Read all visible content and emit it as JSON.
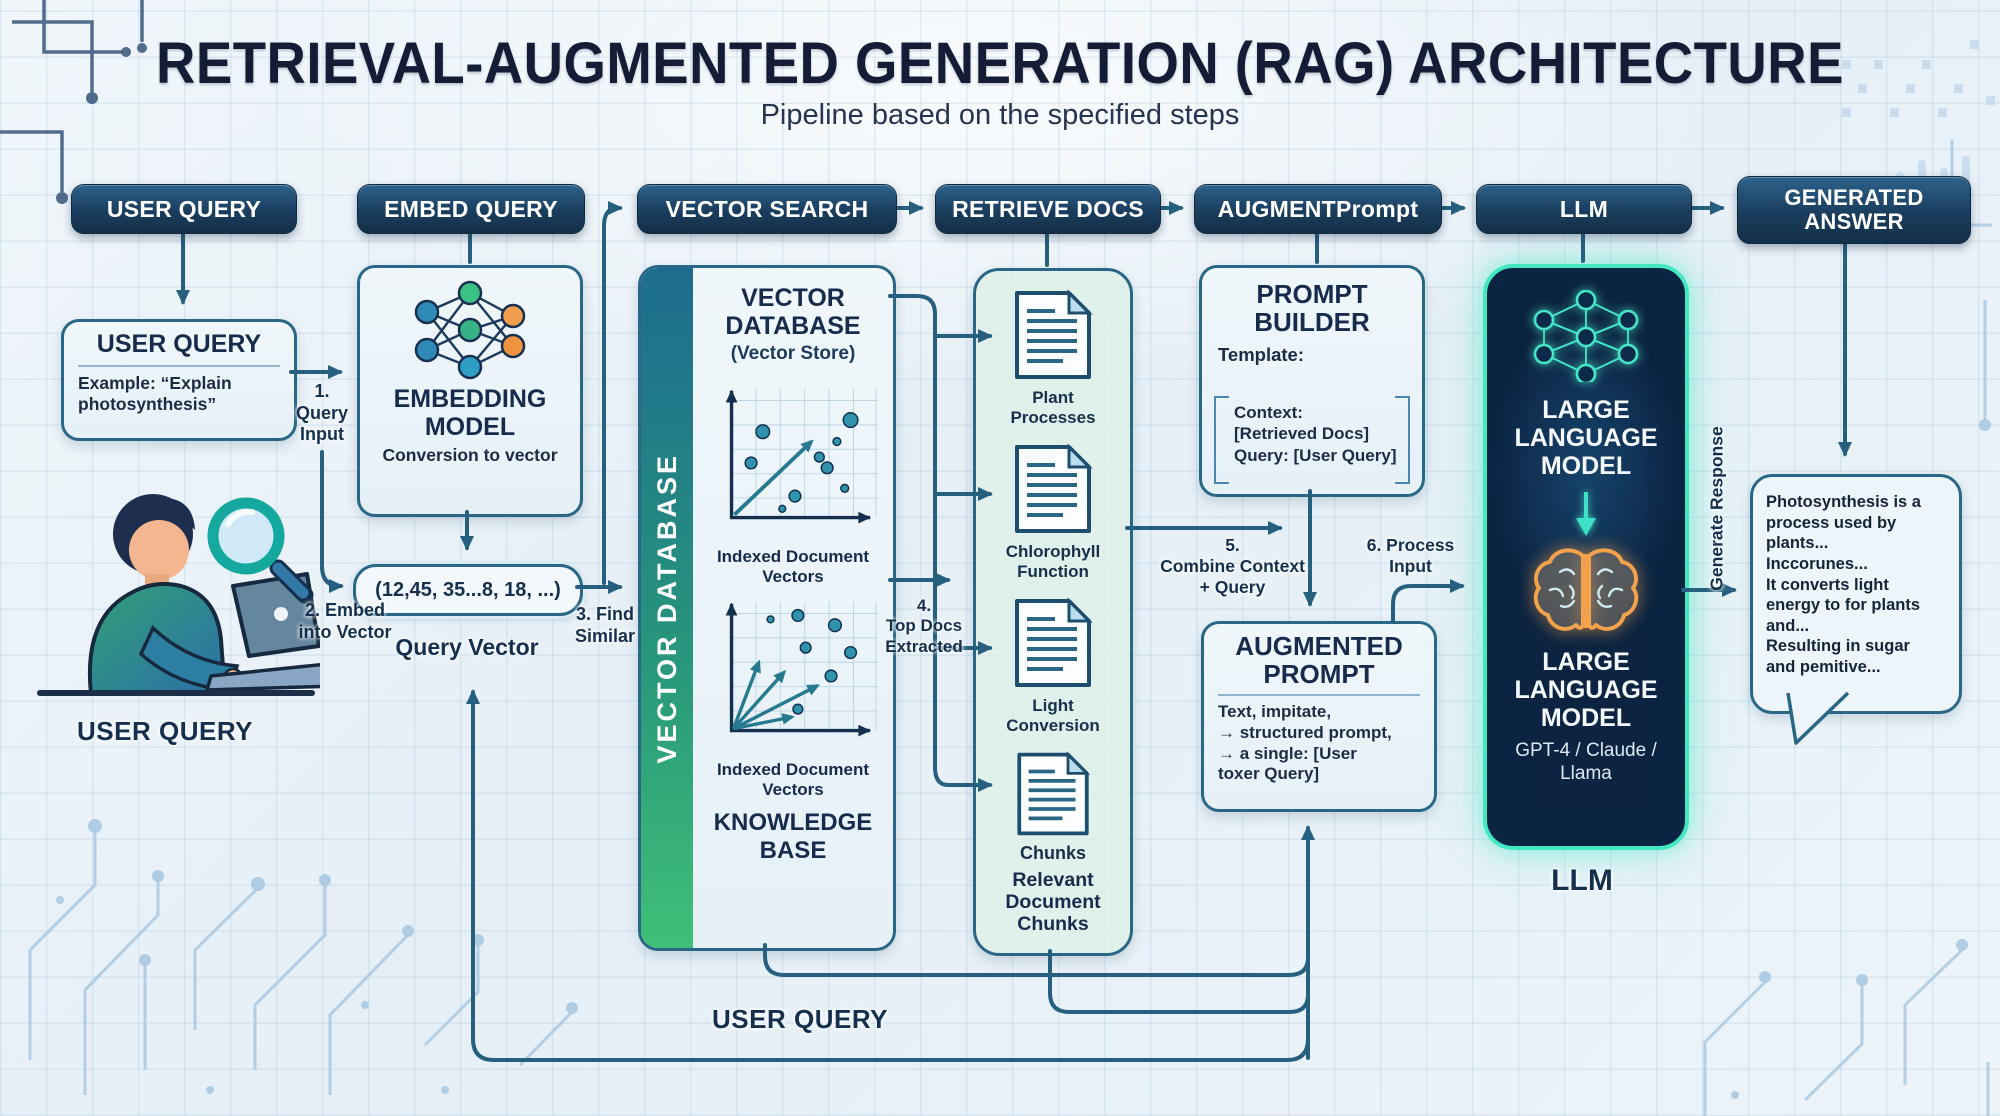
{
  "header": {
    "title": "RETRIEVAL-AUGMENTED GENERATION (RAG) ARCHITECTURE",
    "subtitle": "Pipeline based on the specified steps"
  },
  "pipeline": {
    "steps": [
      "USER QUERY",
      "EMBED QUERY",
      "VECTOR SEARCH",
      "RETRIEVE DOCS",
      "AUGMENTPrompt",
      "LLM",
      "GENERATED ANSWER"
    ]
  },
  "user_query_box": {
    "title": "USER QUERY",
    "example": "Example: “Explain\nphotosynthesis”"
  },
  "person": {
    "caption": "USER QUERY"
  },
  "embedding_model": {
    "title": "EMBEDDING MODEL",
    "subtitle": "Conversion to vector"
  },
  "query_vector": {
    "value": "(12,45, 35...8, 18, ...)",
    "label": "Query Vector"
  },
  "vector_database": {
    "band": "VECTOR DATABASE",
    "title": "VECTOR DATABASE",
    "subtitle": "(Vector Store)",
    "caption1": "Indexed Document\nVectors",
    "caption2": "Indexed Document\nVectors",
    "footer": "KNOWLEDGE\nBASE"
  },
  "retrieved_docs": {
    "doc1": "Plant\nProcesses",
    "doc2": "Chlorophyll\nFunction",
    "doc3": "Light\nConversion",
    "doc4": "Chunks",
    "footer": "Relevant\nDocument\nChunks"
  },
  "prompt_builder": {
    "title": "PROMPT\nBUILDER",
    "template_label": "Template:",
    "template_body": "Context:\n[Retrieved Docs]\nQuery: [User Query]"
  },
  "augmented_prompt": {
    "title": "AUGMENTED\nPROMPT",
    "body": "Text, impitate,\n→ structured prompt,\n→ a single: [User\ntoxer Query]"
  },
  "llm": {
    "name_top": "LARGE\nLANGUAGE\nMODEL",
    "name_bottom": "LARGE\nLANGUAGE\nMODEL",
    "models": "GPT-4 / Claude /\nLlama",
    "caption": "LLM"
  },
  "answer_bubble": {
    "text": "Photosynthesis is a\nprocess used by\nplants...\nInccorunes...\nIt converts light\nenergy to for plants\nand...\nResulting in sugar\nand pemitive..."
  },
  "flow_labels": {
    "step1": "1.\nQuery\nInput",
    "step2": "2. Embed\ninto Vector",
    "step3": "3. Find\nSimilar",
    "step4": "4.\nTop Docs\nExtracted",
    "step5": "5.\nCombine Context\n+ Query",
    "step6": "6. Process\nInput",
    "generate_response": "Generate Response",
    "user_query_bottom": "USER QUERY"
  },
  "icons": {
    "embedding_model": "neural-network-icon",
    "llm_network": "neural-network-icon",
    "llm_brain": "brain-icon",
    "llm_down": "arrow-down-icon",
    "user": "person-at-laptop-icon",
    "search": "magnifying-glass-icon",
    "documents": "document-icon",
    "plots": "scatter-plot"
  },
  "colors": {
    "pill": "#183a58",
    "line": "#26607e",
    "panel_border": "#2a6786",
    "panel_bg": "#edf5fa",
    "band_top": "#1e6c8f",
    "band_bottom": "#3fbf78",
    "mint": "#def0e8",
    "llm_bg": "#0c2442",
    "llm_glow": "#43e8c1",
    "brain": "#f2a24d",
    "node_blue": "#2f8ab8",
    "node_green": "#3cc184",
    "node_orange": "#f09d4e",
    "ink": "#172b4d"
  }
}
